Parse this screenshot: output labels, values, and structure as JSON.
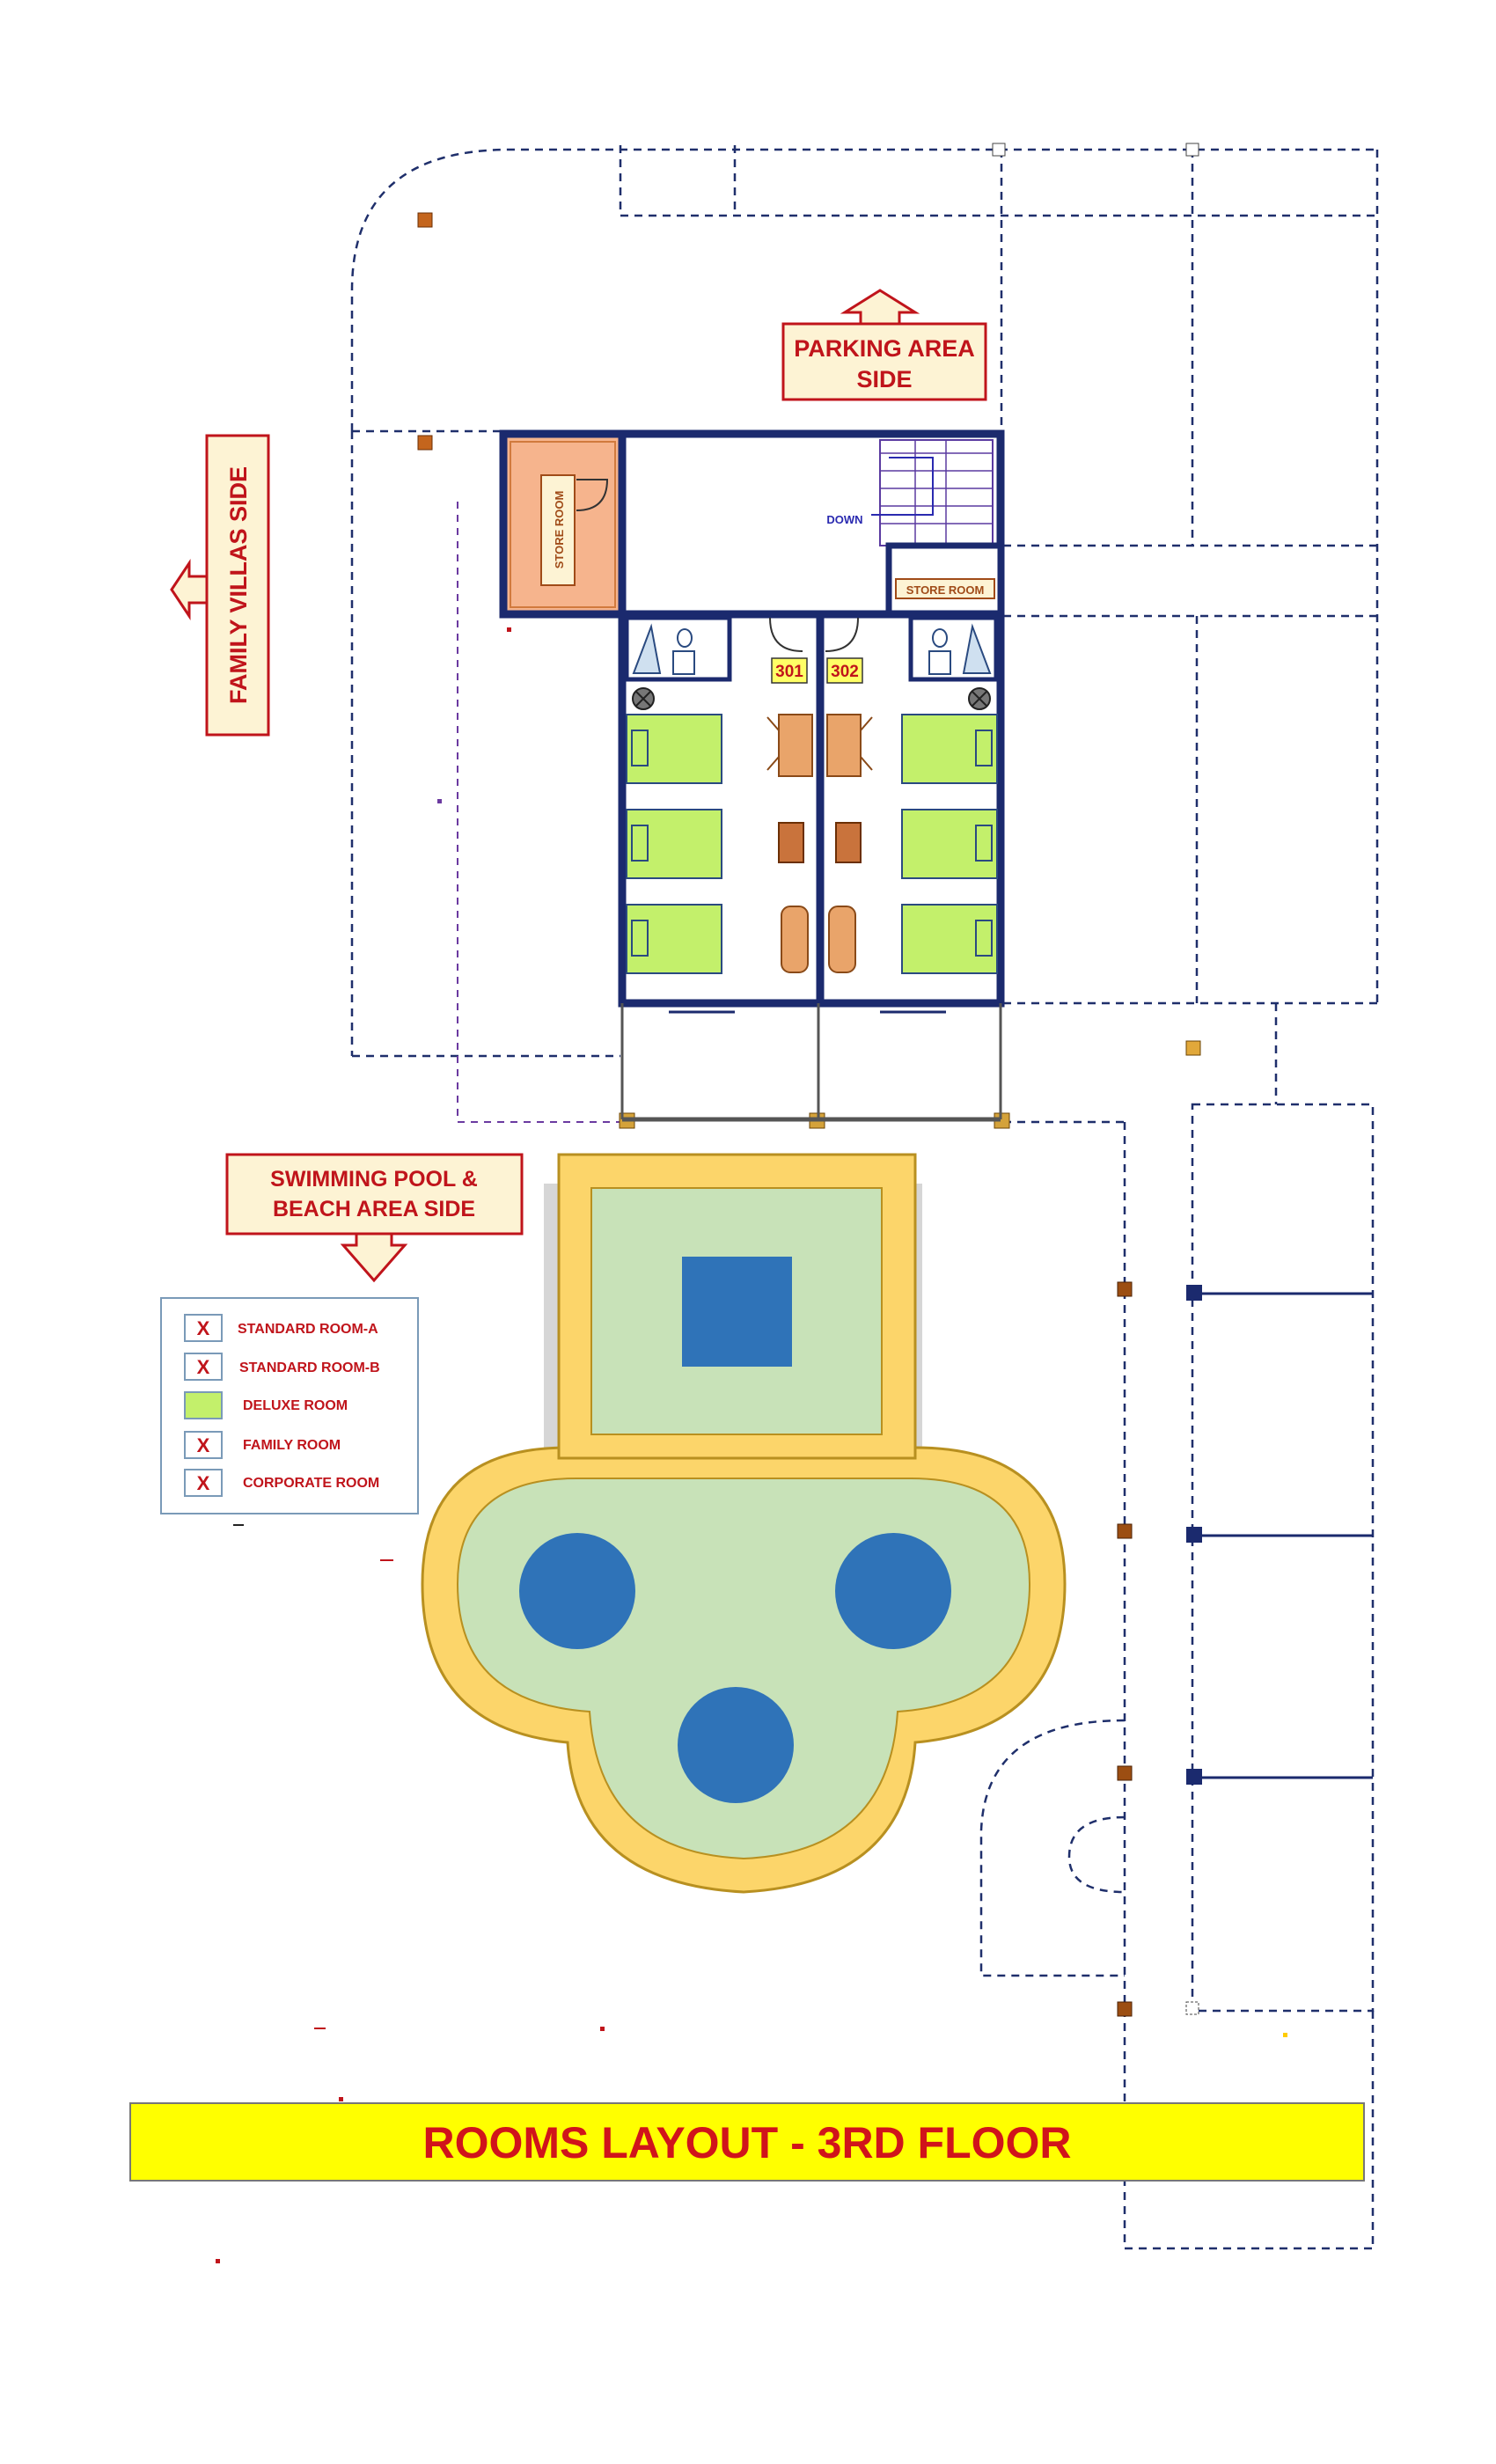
{
  "directions": {
    "parking": [
      "PARKING AREA",
      "SIDE"
    ],
    "villas": "FAMILY VILLAS SIDE",
    "pool": [
      "SWIMMING POOL &",
      "BEACH AREA SIDE"
    ]
  },
  "rooms": {
    "store_room_left": "STORE ROOM",
    "store_room_right": "STORE ROOM",
    "stair_label": "DOWN",
    "room_a": "301",
    "room_b": "302"
  },
  "legend": {
    "items": [
      {
        "marker": "X",
        "label": "STANDARD ROOM-A"
      },
      {
        "marker": "X",
        "label": "STANDARD ROOM-B"
      },
      {
        "marker": "",
        "label": "DELUXE ROOM"
      },
      {
        "marker": "X",
        "label": "FAMILY ROOM"
      },
      {
        "marker": "X",
        "label": "CORPORATE ROOM"
      }
    ]
  },
  "title": "ROOMS LAYOUT - 3RD FLOOR",
  "colors": {
    "label_red": "#c0141b",
    "label_bg": "#fdf3d4",
    "wall": "#1b2a6e",
    "deluxe_green": "#c3f06b",
    "store_orange": "#f6b48d",
    "pool_rim": "#fcd56a",
    "pool_inner": "#c8e2b8",
    "pool_water": "#2f73b8",
    "title_bg": "#ffff00"
  }
}
